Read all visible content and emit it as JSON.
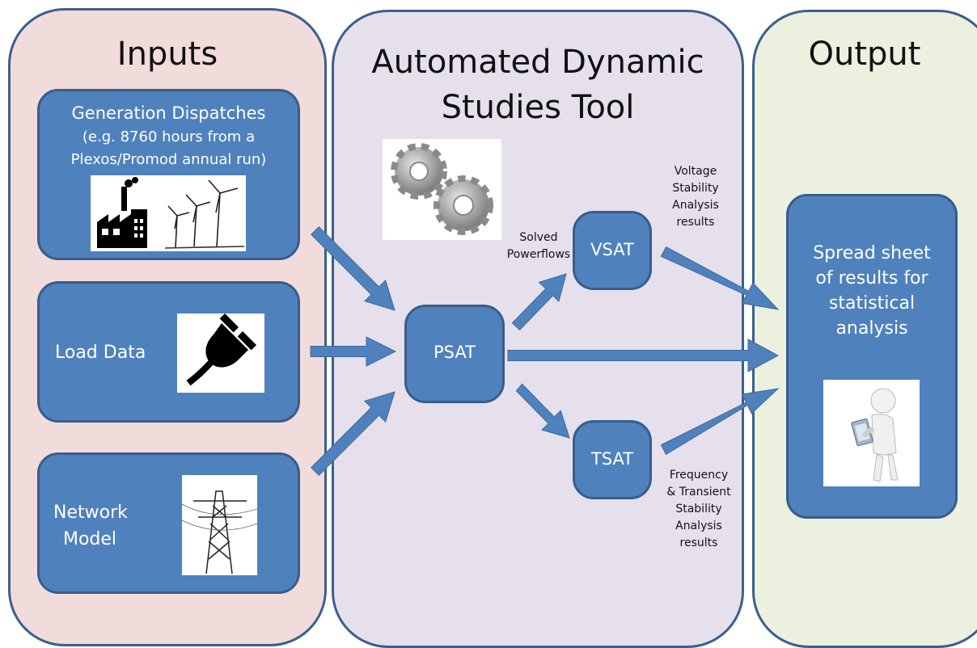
{
  "panels": {
    "inputs": {
      "title": "Inputs"
    },
    "tool": {
      "title_line1": "Automated Dynamic",
      "title_line2": "Studies Tool"
    },
    "output": {
      "title": "Output"
    }
  },
  "inputs": {
    "generation": {
      "line1": "Generation Dispatches",
      "line2": "(e.g. 8760 hours from a",
      "line3": "Plexos/Promod annual run)"
    },
    "load": {
      "label": "Load Data"
    },
    "network": {
      "line1": "Network",
      "line2": "Model"
    }
  },
  "tool": {
    "psat": "PSAT",
    "vsat": "VSAT",
    "tsat": "TSAT",
    "solved_line1": "Solved",
    "solved_line2": "Powerflows",
    "voltage_results": [
      "Voltage",
      "Stability",
      "Analysis",
      "results"
    ],
    "frequency_results": [
      "Frequency",
      "& Transient",
      "Stability",
      "Analysis",
      "results"
    ]
  },
  "output": {
    "spreadsheet": [
      "Spread sheet",
      "of results for",
      "statistical",
      "analysis"
    ]
  },
  "colors": {
    "inputs_panel": "#f2dcdb",
    "tool_panel": "#e6e0ec",
    "output_panel": "#ebf1de",
    "box_fill": "#4f81bd",
    "box_border": "#385d8a",
    "panel_border": "#3d5f8c"
  },
  "icons": [
    "factory-icon",
    "wind-turbine-icon",
    "plug-icon",
    "pylon-icon",
    "gears-icon",
    "analyst-icon"
  ]
}
